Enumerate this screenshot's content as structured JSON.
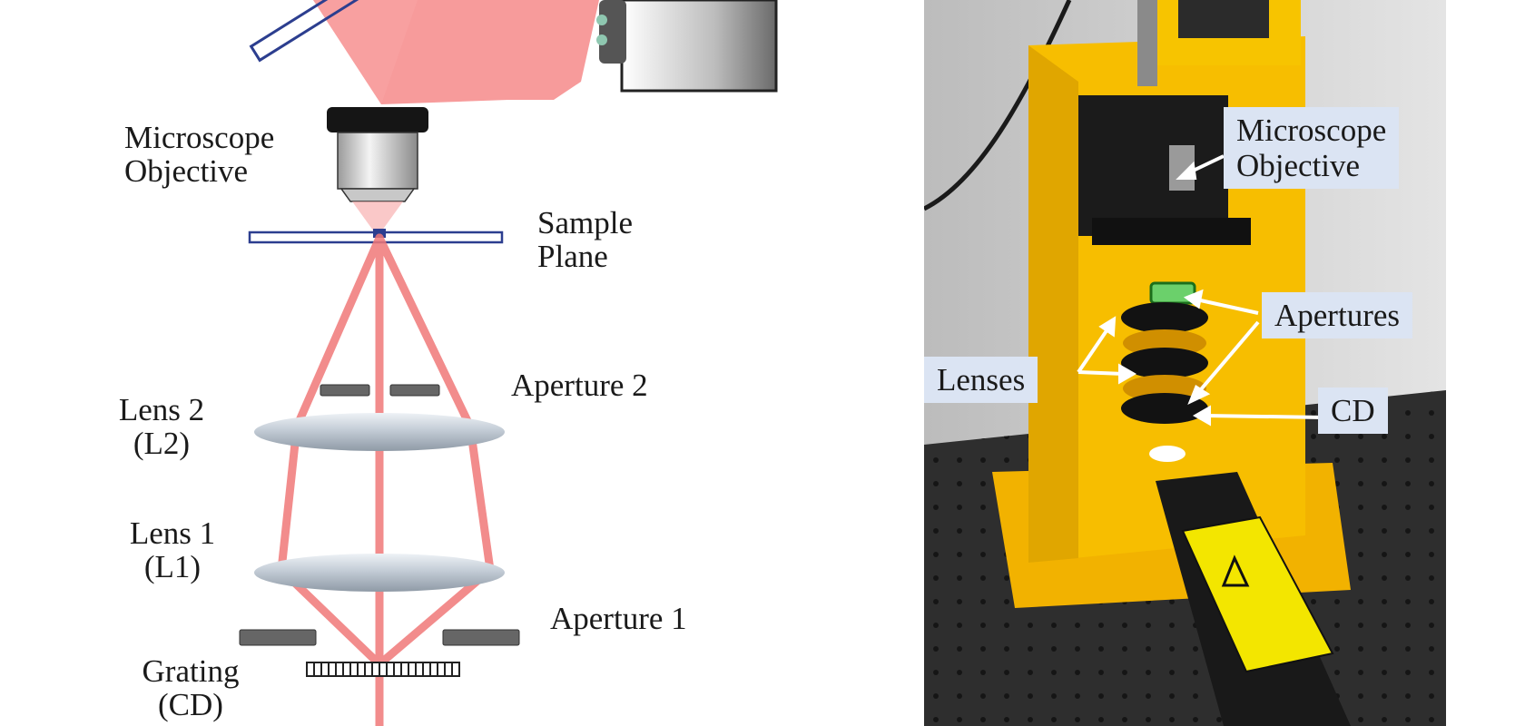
{
  "diagram": {
    "labels": {
      "objective": [
        "Microscope",
        "Objective"
      ],
      "sample": [
        "Sample",
        "Plane"
      ],
      "aperture2": "Aperture 2",
      "lens2": [
        "Lens 2",
        "(L2)"
      ],
      "lens1": [
        "Lens 1",
        "(L1)"
      ],
      "aperture1": "Aperture 1",
      "grating": [
        "Grating",
        "(CD)"
      ]
    },
    "colors": {
      "beam": "#f06e6e",
      "frame": "#1f3f8f",
      "lens": "#c9d2db"
    }
  },
  "photo": {
    "callouts": {
      "objective": [
        "Microscope",
        "Objective"
      ],
      "apertures": "Apertures",
      "lenses": "Lenses",
      "cd": "CD"
    },
    "colors": {
      "housing": "#f5b800",
      "table": "#2d2d2d",
      "callout_bg": "#dbe4f3"
    }
  }
}
